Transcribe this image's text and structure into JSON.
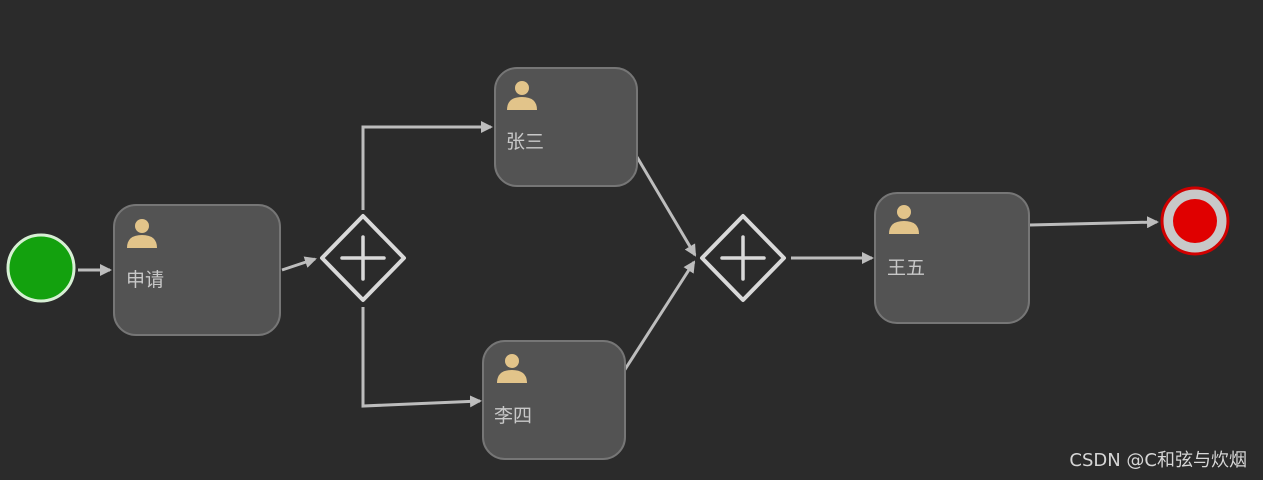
{
  "colors": {
    "background": "#2b2b2b",
    "task_fill": "#535353",
    "task_stroke": "#767676",
    "line": "#bdbdbd",
    "gateway": "#d9d9d9",
    "user_icon": "#e2c48a",
    "start_fill": "#13a10e",
    "start_stroke": "#d7f0d4",
    "end_fill": "#e00000",
    "end_ring": "#c8c8c8",
    "label": "#c8c8c8"
  },
  "icons": {
    "task": "user-icon",
    "gateway": "plus-icon"
  },
  "tasks": [
    {
      "id": "apply",
      "label": "申请"
    },
    {
      "id": "zhangsan",
      "label": "张三"
    },
    {
      "id": "lisi",
      "label": "李四"
    },
    {
      "id": "wangwu",
      "label": "王五"
    }
  ],
  "gateways": [
    {
      "id": "fork",
      "type": "parallel"
    },
    {
      "id": "join",
      "type": "parallel"
    }
  ],
  "events": {
    "start": "start",
    "end": "end"
  },
  "watermark": "CSDN @C和弦与炊烟"
}
